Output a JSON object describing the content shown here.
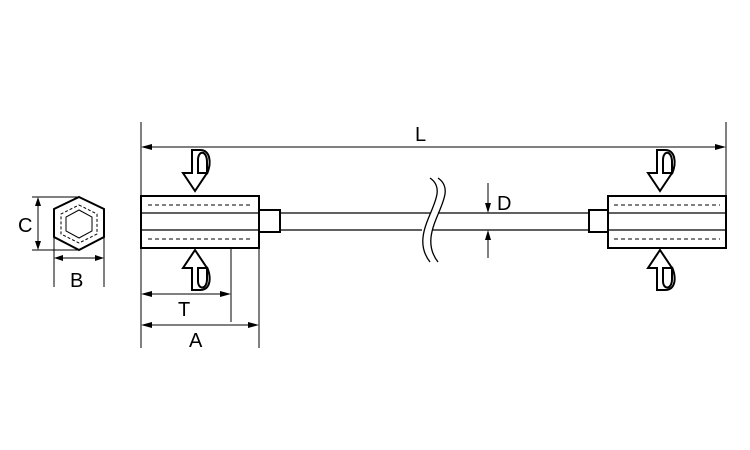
{
  "labels": {
    "L": "L",
    "D": "D",
    "C": "C",
    "B": "B",
    "T": "T",
    "A": "A"
  }
}
